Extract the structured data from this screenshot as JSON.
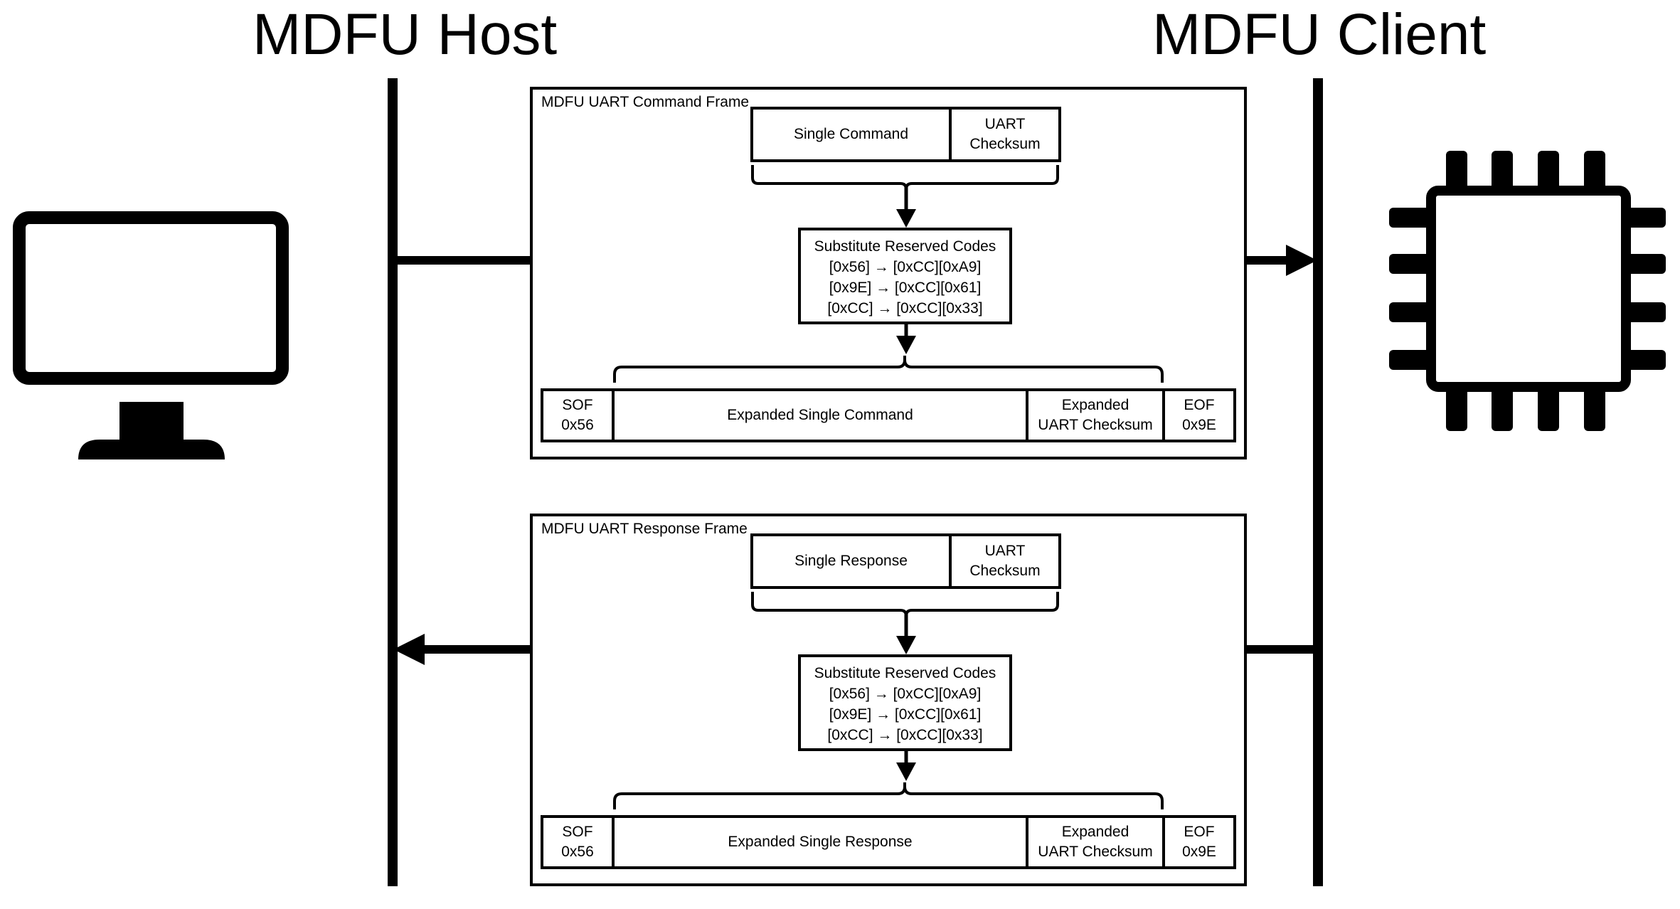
{
  "host_title": "MDFU Host",
  "client_title": "MDFU Client",
  "command_frame": {
    "label": "MDFU UART Command Frame",
    "single": "Single Command",
    "checksum": "UART\nChecksum",
    "substitute": {
      "title": "Substitute Reserved Codes",
      "rules": [
        "[0x56] → [0xCC][0xA9]",
        "[0x9E] → [0xCC][0x61]",
        "[0xCC] → [0xCC][0x33]"
      ]
    },
    "sof": "SOF\n0x56",
    "expanded": "Expanded Single Command",
    "expanded_checksum": "Expanded\nUART Checksum",
    "eof": "EOF\n0x9E"
  },
  "response_frame": {
    "label": "MDFU UART Response Frame",
    "single": "Single Response",
    "checksum": "UART\nChecksum",
    "substitute": {
      "title": "Substitute Reserved Codes",
      "rules": [
        "[0x56] → [0xCC][0xA9]",
        "[0x9E] → [0xCC][0x61]",
        "[0xCC] → [0xCC][0x33]"
      ]
    },
    "sof": "SOF\n0x56",
    "expanded": "Expanded Single Response",
    "expanded_checksum": "Expanded\nUART Checksum",
    "eof": "EOF\n0x9E"
  },
  "icons": {
    "host": "computer-monitor-icon",
    "client": "microcontroller-chip-icon"
  }
}
